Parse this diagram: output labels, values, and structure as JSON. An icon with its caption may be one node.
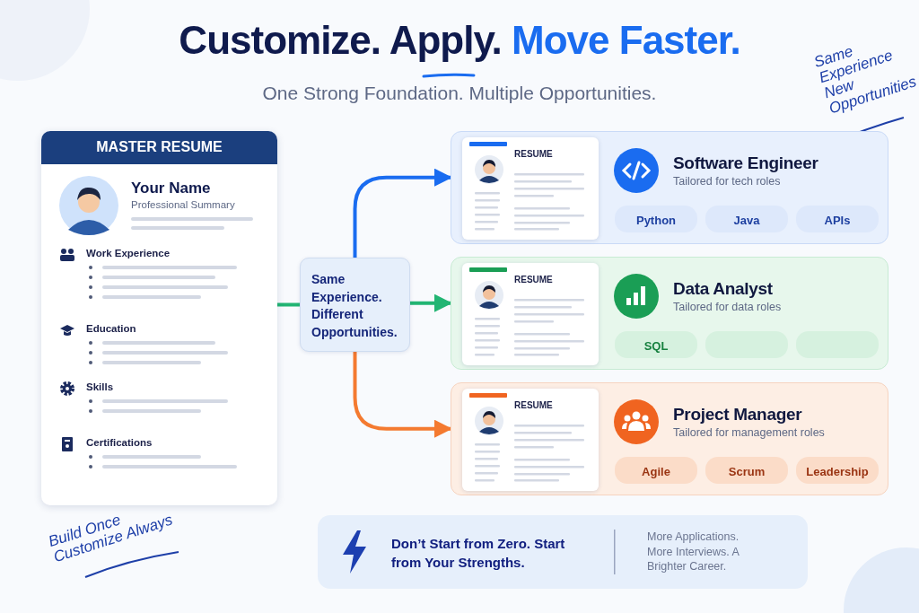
{
  "diagram": {
    "title": "Customize. Apply. Move Faster.",
    "nodes": [
      {
        "text": [
          "MASTER RESUME",
          "Your Name",
          "Professional Summary",
          "Work Experience",
          "Education",
          "Skills",
          "Certifications"
        ]
      },
      {
        "text": [
          "Same Experience. Different Opportunities."
        ]
      },
      {
        "text": [
          "Software Engineer",
          "Tailored for tech roles"
        ]
      },
      {
        "text": [
          "RESUME"
        ],
        "in": 2
      },
      {
        "text": [
          "Python"
        ],
        "in": 2
      },
      {
        "text": [
          "Java"
        ],
        "in": 2
      },
      {
        "text": [
          "APIs"
        ],
        "in": 2
      },
      {
        "text": [
          "Data Analyst",
          "Tailored for data roles"
        ]
      },
      {
        "text": [
          "RESUME"
        ],
        "in": 7
      },
      {
        "text": [
          "SQL"
        ],
        "in": 7
      },
      {
        "text": [],
        "shape": "box",
        "in": 7
      },
      {
        "text": [],
        "shape": "box",
        "in": 7
      },
      {
        "text": [
          "Project Manager",
          "Tailored for management roles"
        ]
      },
      {
        "text": [
          "RESUME"
        ],
        "in": 12
      },
      {
        "text": [
          "Agile"
        ],
        "in": 12
      },
      {
        "text": [
          "Scrum"
        ],
        "in": 12
      },
      {
        "text": [
          "Leadership"
        ],
        "in": 12
      },
      {
        "text": [
          "Don’t Start from Zero. Start from Your Strengths.",
          "More Applications. More Interviews. A Brighter Career."
        ]
      }
    ],
    "edges": [
      {
        "from": 0,
        "to": 1,
        "arrow": "none",
        "color": "#22b573"
      },
      {
        "from": 1,
        "to": 2,
        "arrow": "to",
        "color": "#1a6cf0"
      },
      {
        "from": 1,
        "to": 7,
        "arrow": "to",
        "color": "#22b573"
      },
      {
        "from": 1,
        "to": 12,
        "arrow": "to",
        "color": "#f47a30"
      }
    ],
    "labels": [
      "One Strong Foundation. Multiple Opportunities.",
      "Same Experience New Opportunities",
      "Build Once Customize Always"
    ]
  }
}
